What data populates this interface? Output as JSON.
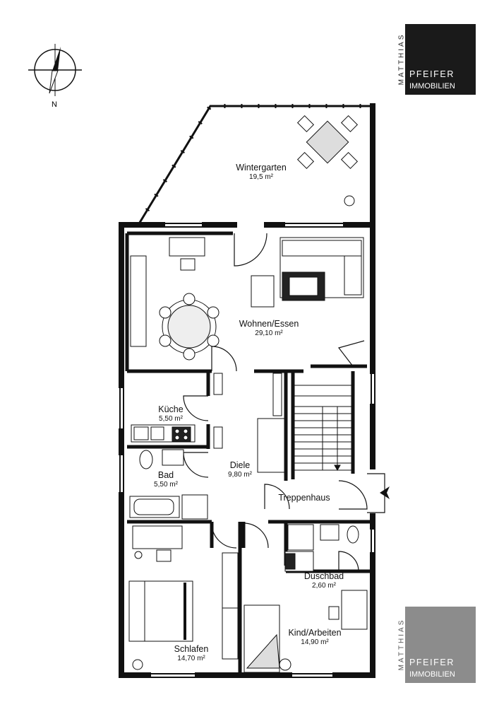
{
  "compass": {
    "north_label": "N"
  },
  "rooms": [
    {
      "id": "wintergarten",
      "name": "Wintergarten",
      "area": "19,5 m²"
    },
    {
      "id": "wohnen",
      "name": "Wohnen/Essen",
      "area": "29,10 m²"
    },
    {
      "id": "kueche",
      "name": "Küche",
      "area": "5,50 m²"
    },
    {
      "id": "bad",
      "name": "Bad",
      "area": "5,50 m²"
    },
    {
      "id": "diele",
      "name": "Diele",
      "area": "9,80 m²"
    },
    {
      "id": "treppenhaus",
      "name": "Treppenhaus",
      "area": ""
    },
    {
      "id": "duschbad",
      "name": "Duschbad",
      "area": "2,60 m²"
    },
    {
      "id": "kind",
      "name": "Kind/Arbeiten",
      "area": "14,90 m²"
    },
    {
      "id": "schlafen",
      "name": "Schlafen",
      "area": "14,70 m²"
    }
  ],
  "branding": {
    "vertical": "MATTHIAS",
    "line1": "PFEIFER",
    "line2": "IMMOBILIEN"
  },
  "colors": {
    "wall": "#111111",
    "logo_dark": "#1a1a1a",
    "logo_grey": "#8c8c8c"
  }
}
